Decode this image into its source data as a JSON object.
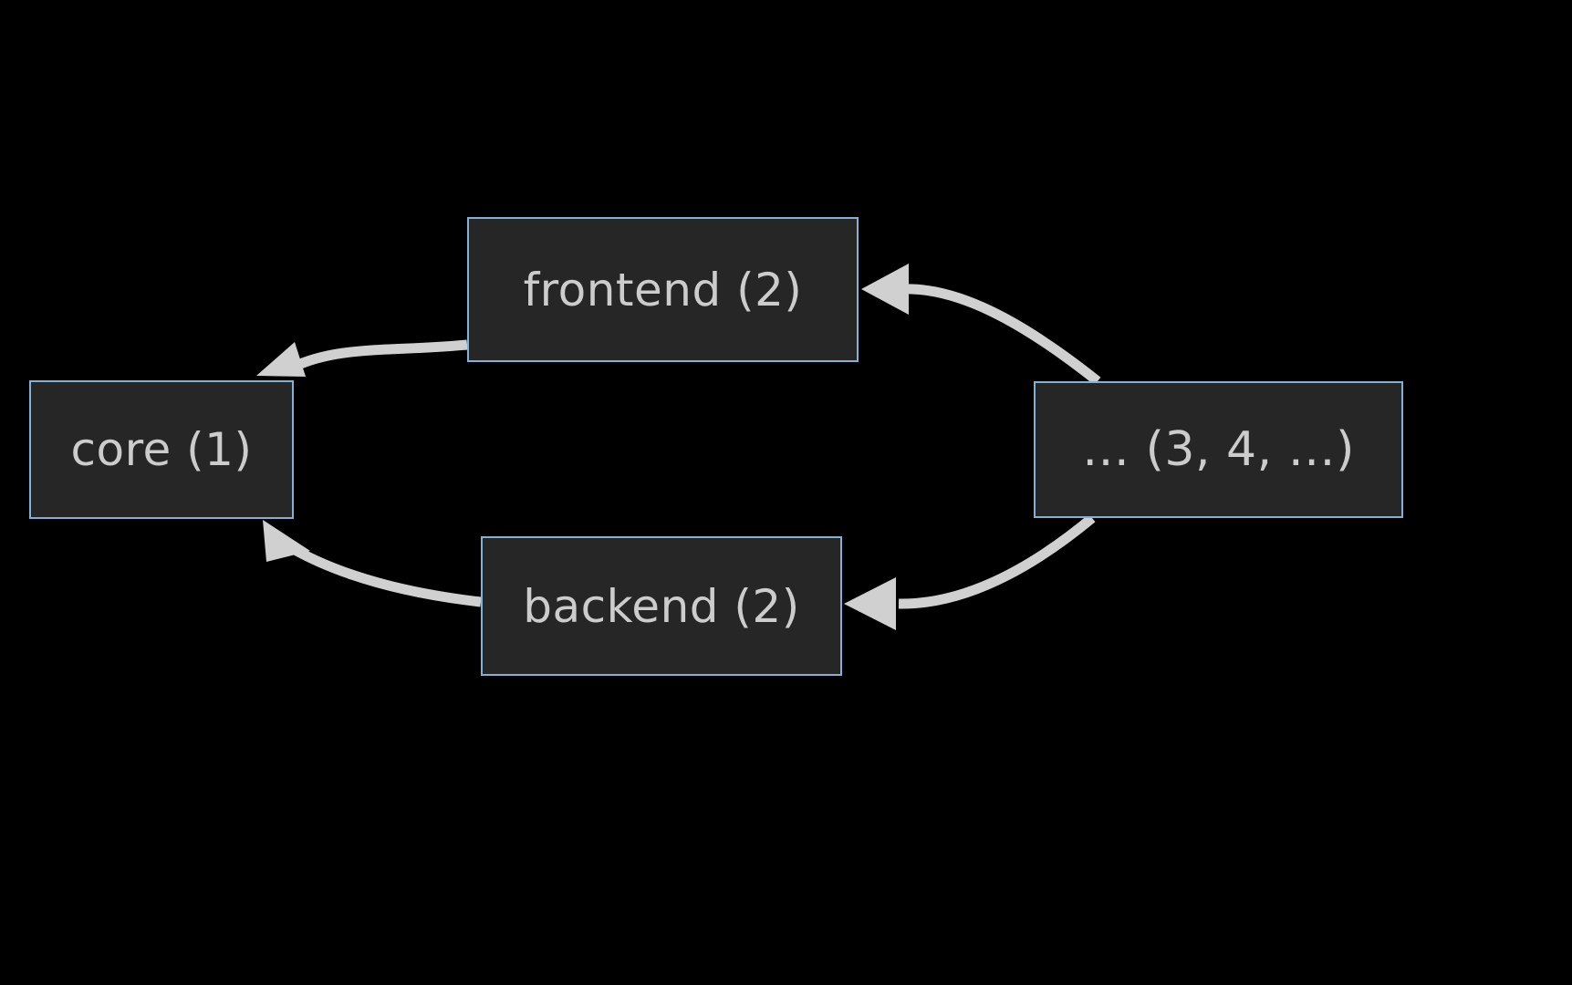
{
  "diagram": {
    "background_color": "#000000",
    "node_fill_color": "#262626",
    "node_border_color": "#82b1d8",
    "label_color": "#cccccc",
    "edge_color": "#d0d0d0",
    "nodes": [
      {
        "id": "core",
        "label": "core (1)"
      },
      {
        "id": "frontend",
        "label": "frontend (2)"
      },
      {
        "id": "backend",
        "label": "backend (2)"
      },
      {
        "id": "others",
        "label": "… (3, 4, …)"
      }
    ],
    "edges": [
      {
        "id": "frontend-to-core",
        "from": "frontend",
        "to": "core",
        "arrowhead": "filled-triangle"
      },
      {
        "id": "backend-to-core",
        "from": "backend",
        "to": "core",
        "arrowhead": "filled-triangle"
      },
      {
        "id": "others-to-frontend",
        "from": "others",
        "to": "frontend",
        "arrowhead": "filled-triangle"
      },
      {
        "id": "others-to-backend",
        "from": "others",
        "to": "backend",
        "arrowhead": "filled-triangle"
      }
    ]
  }
}
